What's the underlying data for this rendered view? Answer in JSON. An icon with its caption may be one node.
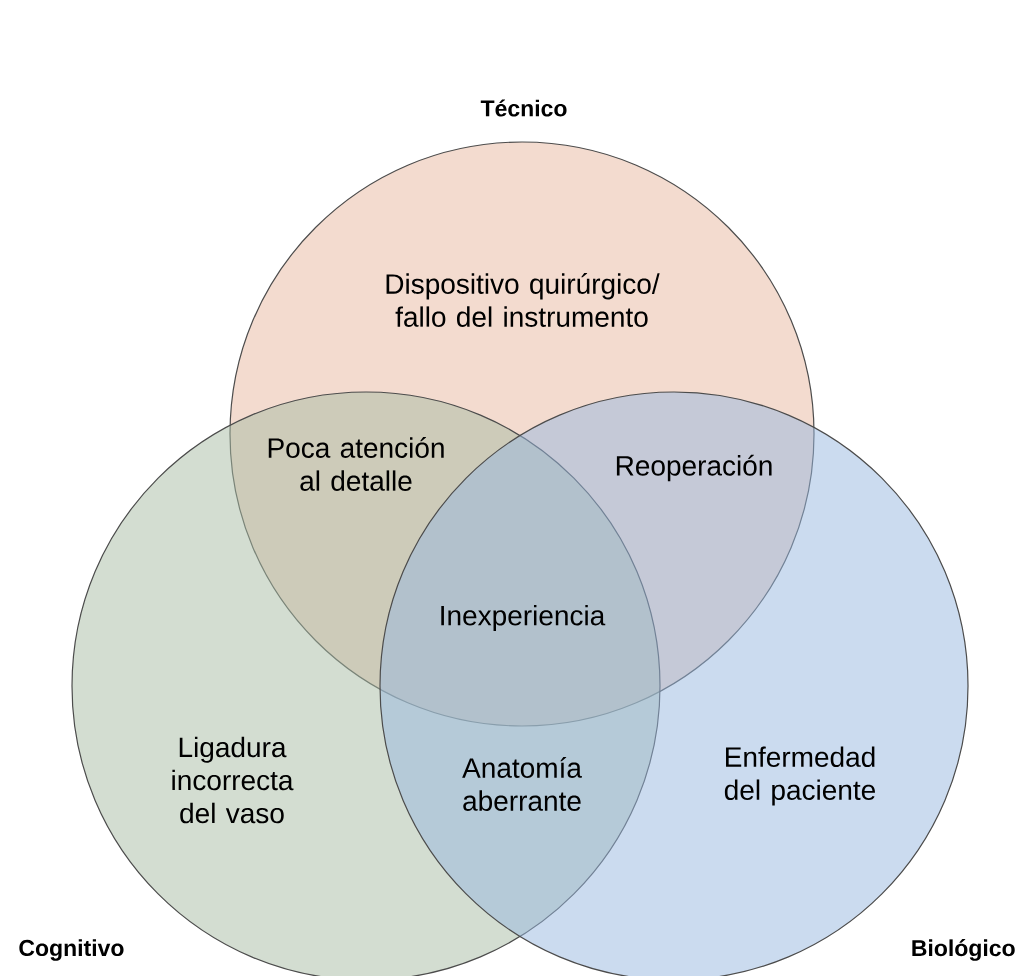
{
  "diagram": {
    "nodes": [
      {
        "text": [
          "Técnico",
          "Dispositivo quirúrgico/ fallo del instrumento"
        ]
      },
      {
        "text": [
          "Cognitivo",
          "Ligadura incorrecta del vaso"
        ]
      },
      {
        "text": [
          "Biológico",
          "Enfermedad del paciente"
        ]
      }
    ],
    "labels": [
      "Poca atención al detalle",
      "Reoperación",
      "Inexperiencia",
      "Anatomía aberrante"
    ]
  }
}
